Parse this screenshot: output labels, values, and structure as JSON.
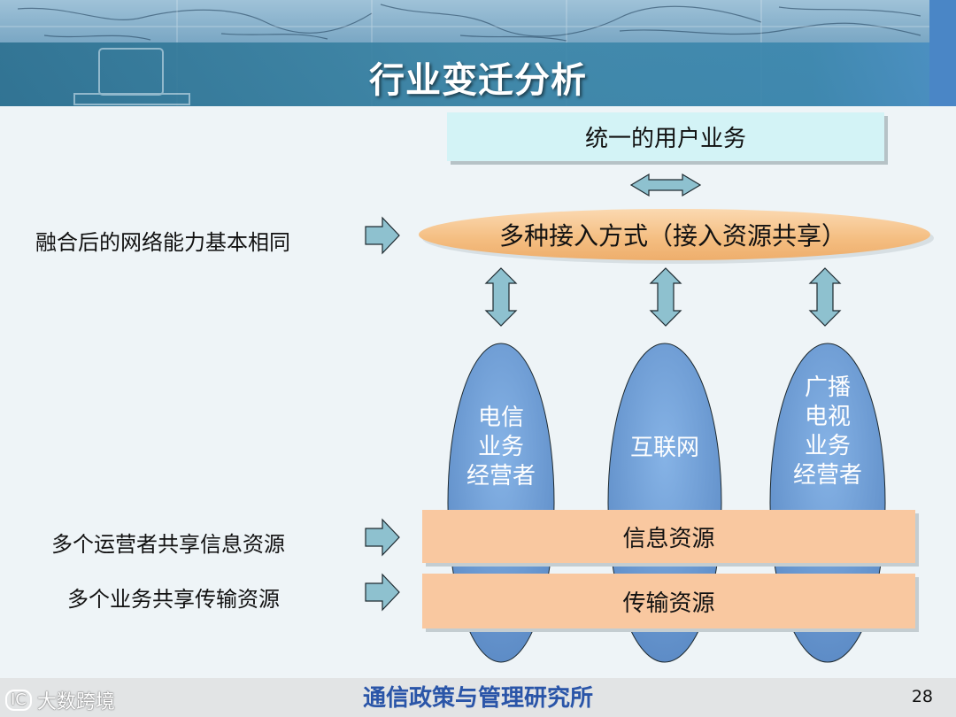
{
  "header": {
    "title": "行业变迁分析"
  },
  "unified_box": {
    "label": "统一的用户业务"
  },
  "access_layer": {
    "label": "多种接入方式（接入资源共享）"
  },
  "left_labels": {
    "network": "融合后的网络能力基本相同",
    "info": "多个运营者共享信息资源",
    "transport": "多个业务共享传输资源"
  },
  "operators": [
    {
      "lines": [
        "电信",
        "业务",
        "经营者"
      ]
    },
    {
      "lines": [
        "互联网"
      ]
    },
    {
      "lines": [
        "广播",
        "电视",
        "业务",
        "经营者"
      ]
    }
  ],
  "bars": {
    "info": "信息资源",
    "transport": "传输资源"
  },
  "footer": {
    "title": "通信政策与管理研究所",
    "page": "28"
  },
  "watermark": {
    "logo": "IC",
    "text": "大数跨境"
  },
  "colors": {
    "title_strip": "#3d86a7",
    "top_box": "#d3f3f6",
    "ellipse_orange": "#f7c58a",
    "operator_blue": "#6f9fd6",
    "resource_bar": "#f9c8a0",
    "arrow_fill": "#8ec1cf",
    "footer_text": "#2a55a8"
  }
}
